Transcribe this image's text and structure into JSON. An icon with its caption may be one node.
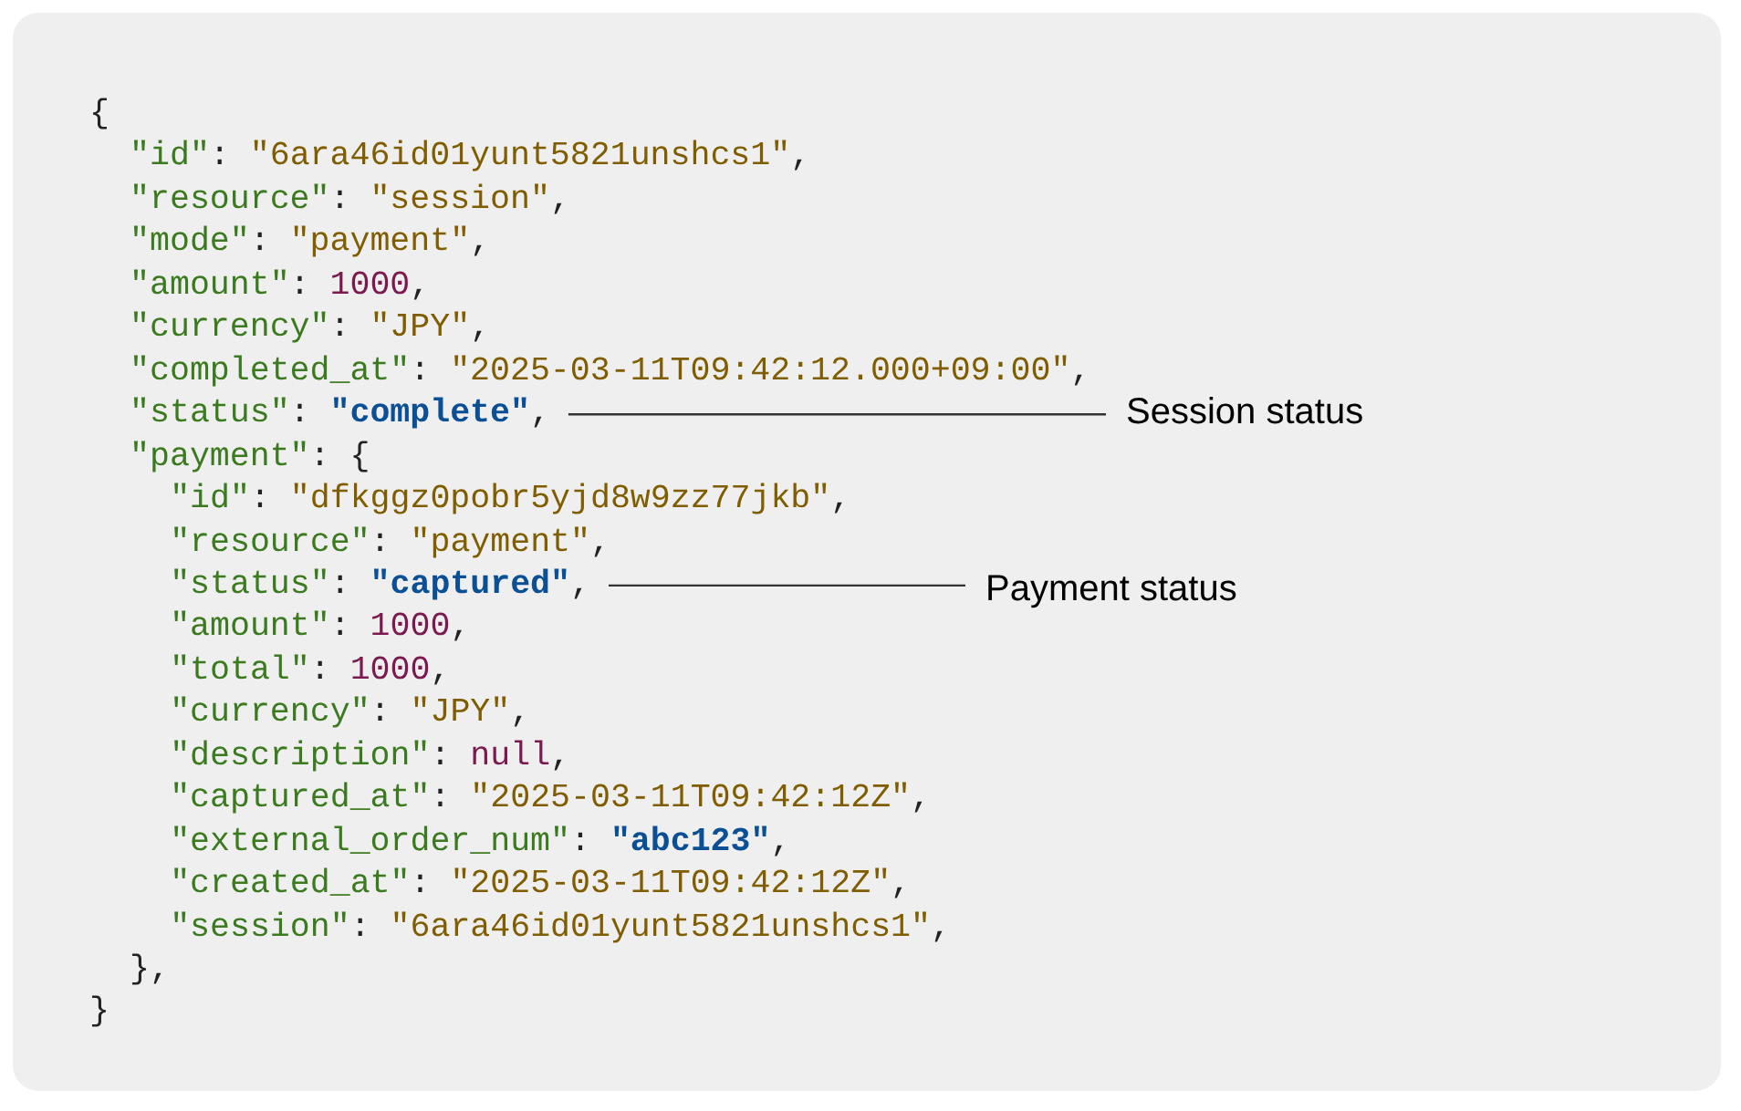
{
  "diagram": {
    "nodes": [
      {
        "text": [
          "\"status\": **\"complete\"**,"
        ]
      },
      {
        "text": [
          "Session status"
        ]
      },
      {
        "text": [
          "\"status\": **\"captured\"**,"
        ]
      },
      {
        "text": [
          "Payment status"
        ]
      }
    ],
    "edges": [
      {
        "from": 1,
        "to": 0,
        "arrow": "none"
      },
      {
        "from": 3,
        "to": 2,
        "arrow": "none"
      }
    ],
    "labels": [
      "{",
      "\"id\": \"6ara46id01yunt5821unshcs1\",",
      "\"resource\": \"session\",",
      "\"mode\": \"payment\",",
      "\"amount\": 1000,",
      "\"currency\": \"JPY\",",
      "\"completed_at\": \"2025-03-11T09:42:12.000+09:00\",",
      "\"payment\": {",
      "\"id\": \"dfkggz0pobr5yjd8w9zz77jkb\",",
      "\"resource\": \"payment\",",
      "\"amount\": 1000,",
      "\"total\": 1000,",
      "\"currency\": \"JPY\",",
      "\"description\": null,",
      "\"captured_at\": \"2025-03-11T09:42:12Z\",",
      "\"external_order_num\": **\"abc123\"**,",
      "\"created_at\": \"2025-03-11T09:42:12Z\",",
      "\"session\": \"6ara46id01yunt5821unshcs1\",",
      "},",
      "}"
    ]
  }
}
